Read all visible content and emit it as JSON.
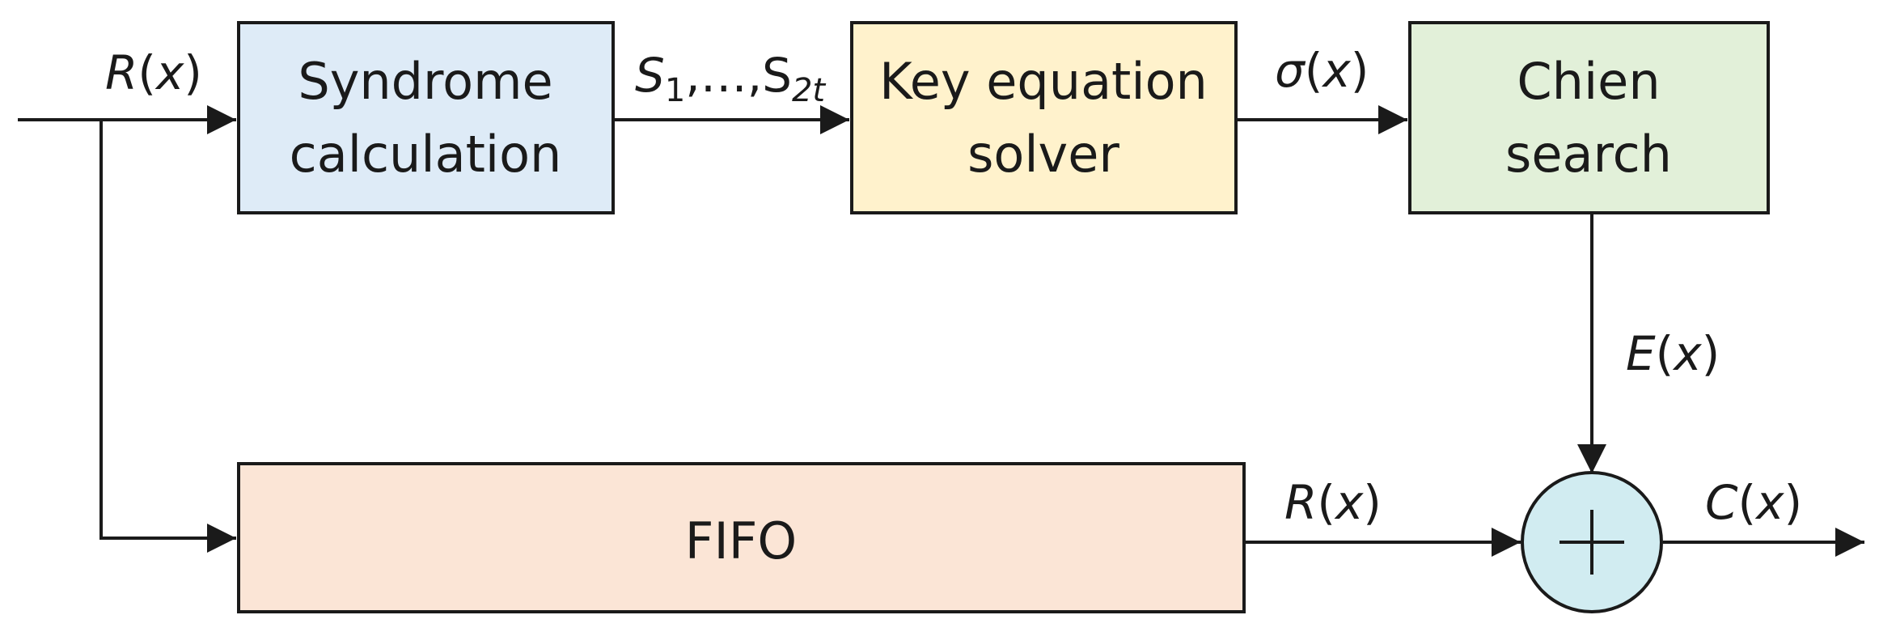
{
  "colors": {
    "syndrome_fill": "#deebf7",
    "key_eq_fill": "#fff2cc",
    "chien_fill": "#e2f0d9",
    "fifo_fill": "#fbe5d6",
    "adder_fill": "#d1ecf1",
    "stroke": "#1a1a1a"
  },
  "blocks": {
    "syndrome": {
      "line1": "Syndrome",
      "line2": "calculation"
    },
    "key_equation": {
      "line1": "Key equation",
      "line2": "solver"
    },
    "chien": {
      "line1": "Chien",
      "line2": "search"
    },
    "fifo": {
      "label": "FIFO"
    }
  },
  "signals": {
    "input": {
      "var": "R",
      "arg": "x"
    },
    "syndromes": {
      "first": "S",
      "first_sub": "1",
      "sep": ",…,",
      "last": "S",
      "last_sub": "2t"
    },
    "locator": {
      "var": "σ",
      "arg": "x"
    },
    "error": {
      "var": "E",
      "arg": "x"
    },
    "fifo_out": {
      "var": "R",
      "arg": "x"
    },
    "output": {
      "var": "C",
      "arg": "x"
    }
  },
  "adder_icon": "plus-circle-icon"
}
